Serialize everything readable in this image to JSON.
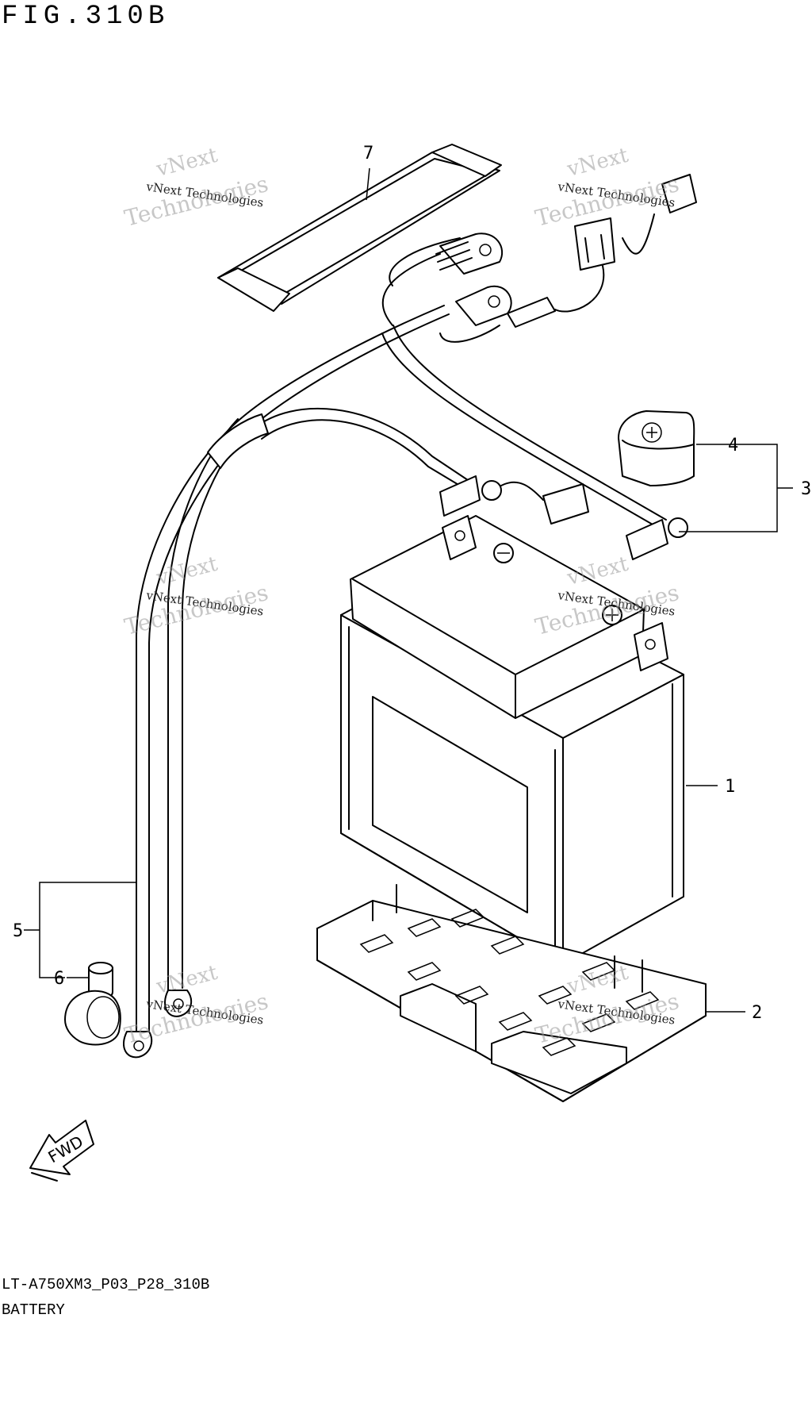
{
  "figure": {
    "title": "FIG.310B",
    "model_code": "LT-A750XM3_P03_P28_310B",
    "part_name": "BATTERY"
  },
  "callouts": [
    {
      "id": "1",
      "label": "1"
    },
    {
      "id": "2",
      "label": "2"
    },
    {
      "id": "3",
      "label": "3"
    },
    {
      "id": "4",
      "label": "4"
    },
    {
      "id": "5",
      "label": "5"
    },
    {
      "id": "6",
      "label": "6"
    },
    {
      "id": "7",
      "label": "7"
    }
  ],
  "direction_marker": {
    "label": "FWD"
  },
  "watermark": {
    "small_text": "vNext Technologies",
    "big_line1": "vNext",
    "big_line2": "Technologies"
  }
}
